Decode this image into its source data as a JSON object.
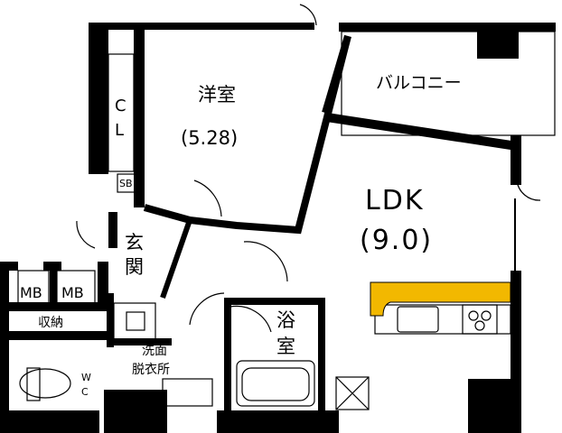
{
  "rooms": {
    "western": {
      "name": "洋室",
      "size": "(5.28)"
    },
    "balcony": {
      "name": "バルコニー"
    },
    "ldk": {
      "name": "LDK",
      "size": "(9.0)"
    },
    "closet": {
      "line1": "C",
      "line2": "L"
    },
    "sb": {
      "name": "SB"
    },
    "entrance": {
      "line1": "玄",
      "line2": "関"
    },
    "mb1": {
      "name": "MB"
    },
    "mb2": {
      "name": "MB"
    },
    "storage": {
      "name": "収納"
    },
    "bath": {
      "line1": "浴",
      "line2": "室"
    },
    "washroom": {
      "line1": "洗面",
      "line2": "脱衣所"
    },
    "wc": {
      "line1": "W",
      "line2": "C"
    }
  },
  "colors": {
    "wall": "#000000",
    "counter": "#f2b800",
    "floor": "#ffffff"
  }
}
